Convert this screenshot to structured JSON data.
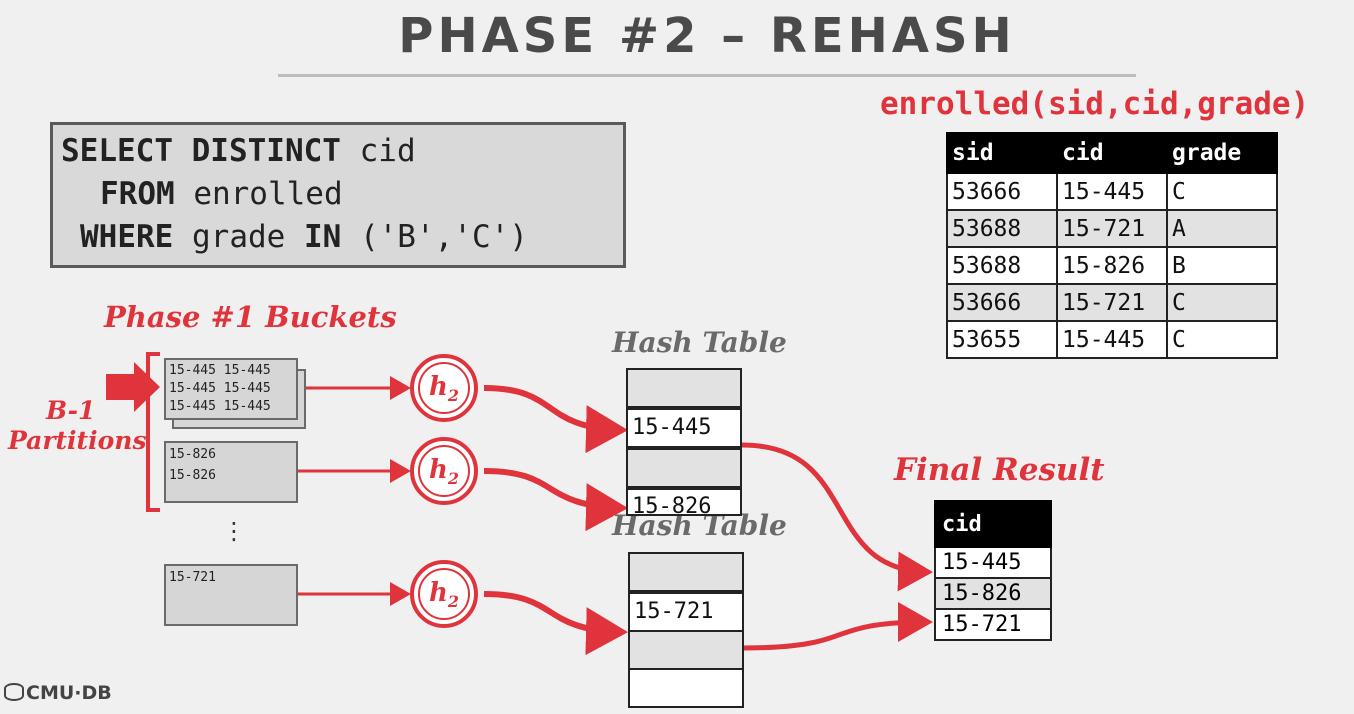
{
  "title": "PHASE #2 – REHASH",
  "schema": "enrolled(sid,cid,grade)",
  "sql": {
    "line1_kw": "SELECT DISTINCT",
    "line1_rest": " cid",
    "line2_kw": "FROM",
    "line2_rest": " enrolled",
    "line3_kw": "WHERE",
    "line3_mid": " grade ",
    "line3_kw2": "IN",
    "line3_rest": " ('B','C')"
  },
  "enrolled_table": {
    "headers": [
      "sid",
      "cid",
      "grade"
    ],
    "rows": [
      [
        "53666",
        "15-445",
        "C"
      ],
      [
        "53688",
        "15-721",
        "A"
      ],
      [
        "53688",
        "15-826",
        "B"
      ],
      [
        "53666",
        "15-721",
        "C"
      ],
      [
        "53655",
        "15-445",
        "C"
      ]
    ]
  },
  "labels": {
    "phase1_buckets": "Phase #1 Buckets",
    "b1": "B-1",
    "partitions": "Partitions",
    "hash_table": "Hash Table",
    "final_result": "Final Result",
    "ellipsis": "⋮",
    "h2": "h",
    "h2_sub": "2"
  },
  "buckets": [
    [
      "15-445 15-445",
      "15-445 15-445",
      "15-445 15-445"
    ],
    [
      "15-826",
      "15-826"
    ],
    [
      "15-721"
    ]
  ],
  "hash_tables": [
    [
      "",
      "15-445",
      "",
      "15-826"
    ],
    [
      "",
      "15-721",
      "",
      ""
    ]
  ],
  "final_result": {
    "header": "cid",
    "rows": [
      "15-445",
      "15-826",
      "15-721"
    ]
  },
  "footer": {
    "logo": "CMU·DB"
  },
  "colors": {
    "accent_red": "#e0343c",
    "title_gray": "#4a4a4a",
    "box_gray": "#d9d9d9"
  }
}
